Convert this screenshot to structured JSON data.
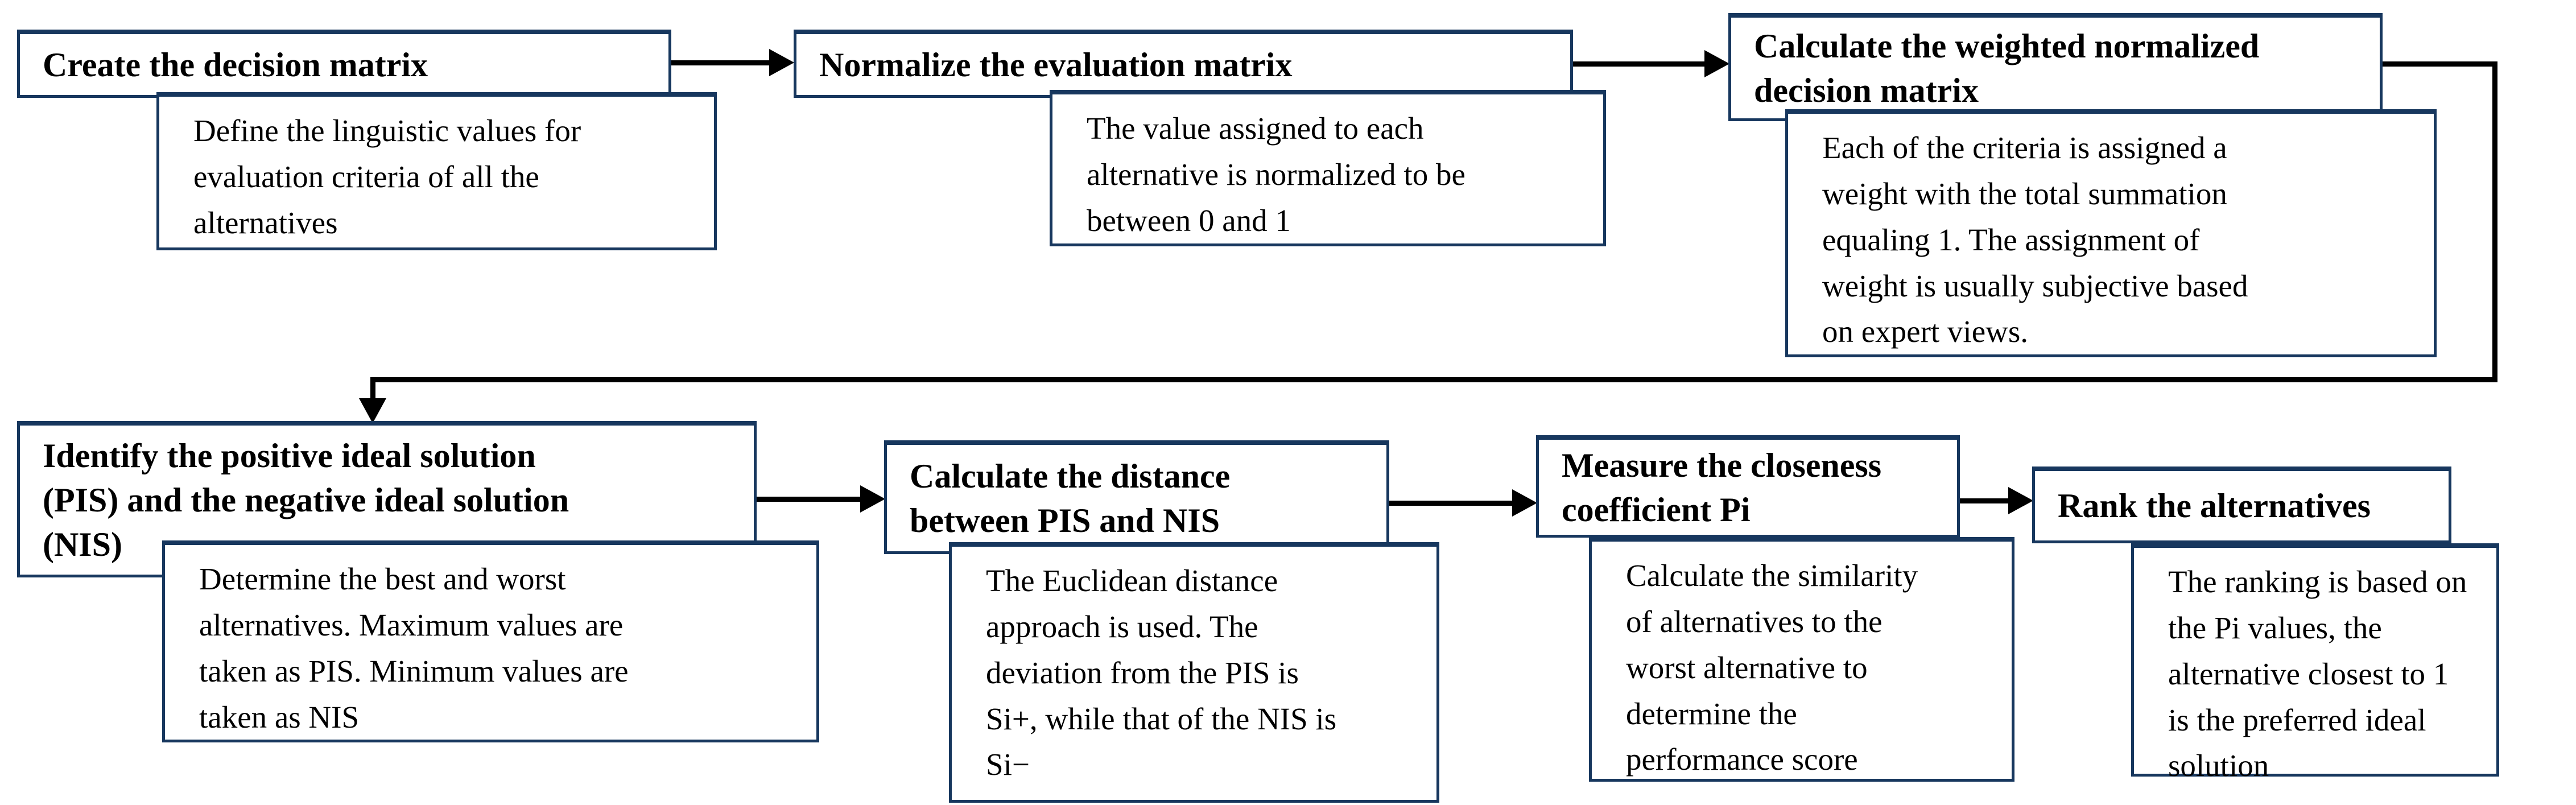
{
  "figure": {
    "type": "flowchart",
    "topic": "TOPSIS decision-making method steps"
  },
  "colors": {
    "box_border": "#17375e",
    "box_fill": "#ffffff",
    "connector": "#000000",
    "text": "#000000",
    "background": "#ffffff"
  },
  "steps": [
    {
      "title": "Create the decision matrix",
      "description": "Define the linguistic values for\nevaluation criteria of all the\nalternatives"
    },
    {
      "title": "Normalize the evaluation matrix",
      "description": "The value assigned to each\nalternative is normalized to be\nbetween 0 and 1"
    },
    {
      "title": "Calculate the weighted normalized\ndecision matrix",
      "description": "Each of the criteria is assigned a\nweight with the total summation\nequaling 1. The assignment of\nweight is usually subjective based\non expert views."
    },
    {
      "title": "Identify the positive ideal solution\n(PIS) and the negative ideal solution\n(NIS)",
      "description": "Determine the best and worst\nalternatives. Maximum values are\ntaken as PIS. Minimum values are\ntaken as NIS"
    },
    {
      "title": "Calculate the distance\nbetween PIS and NIS",
      "description": "The Euclidean distance\napproach is used. The\ndeviation from the PIS is\nSi+, while that of the NIS is\nSi−"
    },
    {
      "title": "Measure the closeness\ncoefficient Pi",
      "description": "Calculate the similarity\nof alternatives to the\nworst alternative to\ndetermine the\nperformance score"
    },
    {
      "title": "Rank the alternatives",
      "description": "The ranking is based on\nthe Pi values, the\nalternative closest to 1\nis the preferred  ideal\nsolution"
    }
  ],
  "connectors": [
    {
      "from": "step-1",
      "to": "step-2",
      "shape": "straight-right-arrow"
    },
    {
      "from": "step-2",
      "to": "step-3",
      "shape": "straight-right-arrow"
    },
    {
      "from": "step-3",
      "to": "step-4",
      "shape": "elbow-down-arrow"
    },
    {
      "from": "step-4",
      "to": "step-5",
      "shape": "straight-right-arrow"
    },
    {
      "from": "step-5",
      "to": "step-6",
      "shape": "straight-right-arrow"
    },
    {
      "from": "step-6",
      "to": "step-7",
      "shape": "straight-right-arrow"
    }
  ]
}
